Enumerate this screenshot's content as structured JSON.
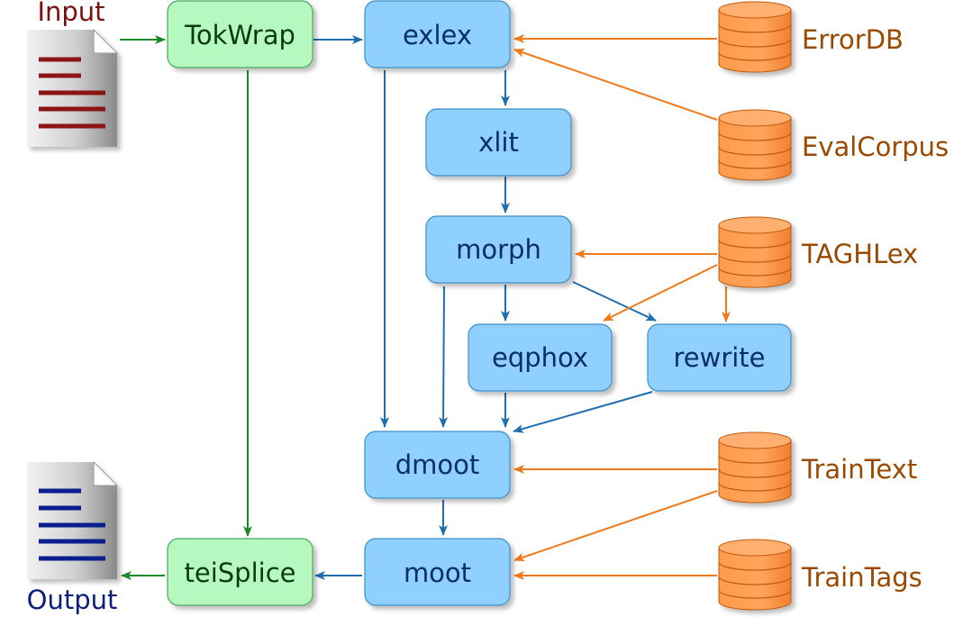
{
  "colors": {
    "blue_fill": "#8fd0ff",
    "blue_stroke": "#3c8fc7",
    "blue_text": "#0a2d6b",
    "green_fill": "#b6f9c0",
    "green_stroke": "#4ca85a",
    "green_text": "#0b3a12",
    "blue_arrow": "#1f6fb0",
    "green_arrow": "#1a8a2a",
    "orange_arrow": "#f07a1a",
    "db_fill": "#ff9a4a",
    "db_stroke": "#c15a10",
    "db_text": "#9a4a00",
    "input_lines": "#8b1515",
    "output_lines": "#0a1f8f",
    "input_label": "#7a1010",
    "output_label": "#0a1f7a"
  },
  "io": {
    "input_label": "Input",
    "output_label": "Output",
    "input_icon": "document-icon",
    "output_icon": "document-icon"
  },
  "nodes": {
    "tokwrap": "TokWrap",
    "exlex": "exlex",
    "xlit": "xlit",
    "morph": "morph",
    "eqphox": "eqphox",
    "rewrite": "rewrite",
    "dmoot": "dmoot",
    "moot": "moot",
    "teisplice": "teiSplice"
  },
  "databases": {
    "errordb": "ErrorDB",
    "evalcorpus": "EvalCorpus",
    "taghlex": "TAGHLex",
    "traintext": "TrainText",
    "traintags": "TrainTags"
  }
}
